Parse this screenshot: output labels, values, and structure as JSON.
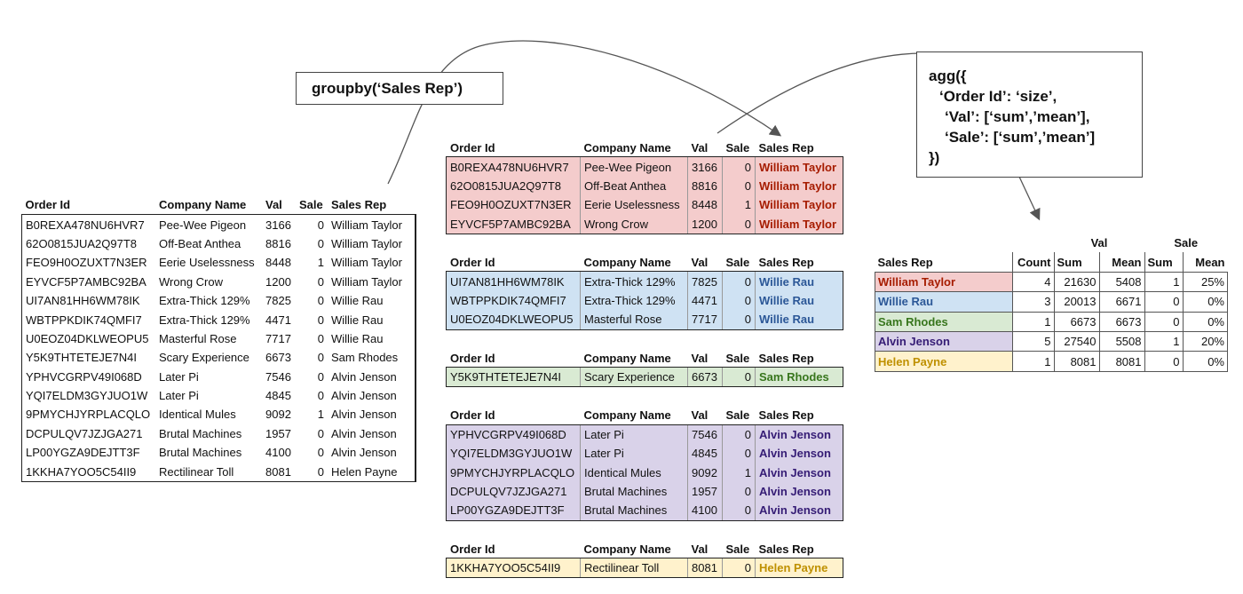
{
  "columns": [
    "Order Id",
    "Company Name",
    "Val",
    "Sale",
    "Sales Rep"
  ],
  "original_rows": [
    [
      "B0REXA478NU6HVR7",
      "Pee-Wee Pigeon",
      "3166",
      "0",
      "William Taylor"
    ],
    [
      "62O0815JUA2Q97T8",
      "Off-Beat Anthea",
      "8816",
      "0",
      "William Taylor"
    ],
    [
      "FEO9H0OZUXT7N3ER",
      "Eerie Uselessness",
      "8448",
      "1",
      "William Taylor"
    ],
    [
      "EYVCF5P7AMBC92BA",
      "Wrong Crow",
      "1200",
      "0",
      "William Taylor"
    ],
    [
      "UI7AN81HH6WM78IK",
      "Extra-Thick 129%",
      "7825",
      "0",
      "Willie Rau"
    ],
    [
      "WBTPPKDIK74QMFI7",
      "Extra-Thick 129%",
      "4471",
      "0",
      "Willie Rau"
    ],
    [
      "U0EOZ04DKLWEOPU5",
      "Masterful Rose",
      "7717",
      "0",
      "Willie Rau"
    ],
    [
      "Y5K9THTETEJE7N4I",
      "Scary Experience",
      "6673",
      "0",
      "Sam Rhodes"
    ],
    [
      "YPHVCGRPV49I068D",
      "Later Pi",
      "7546",
      "0",
      "Alvin Jenson"
    ],
    [
      "YQI7ELDM3GYJUO1W",
      "Later Pi",
      "4845",
      "0",
      "Alvin Jenson"
    ],
    [
      "9PMYCHJYRPLACQLO",
      "Identical Mules",
      "9092",
      "1",
      "Alvin Jenson"
    ],
    [
      "DCPULQV7JZJGA271",
      "Brutal Machines",
      "1957",
      "0",
      "Alvin Jenson"
    ],
    [
      "LP00YGZA9DEJTT3F",
      "Brutal Machines",
      "4100",
      "0",
      "Alvin Jenson"
    ],
    [
      "1KKHA7YOO5C54II9",
      "Rectilinear Toll",
      "8081",
      "0",
      "Helen Payne"
    ]
  ],
  "groupby_label": "groupby(‘Sales Rep’)",
  "agg_label": [
    "agg({",
    "‘Order Id’: ‘size’,",
    "‘Val’: [‘sum’,’mean’],",
    "‘Sale’: [‘sum’,’mean’]",
    "})"
  ],
  "groups": [
    {
      "bg": "#f4cccc",
      "color": "#a61c00",
      "rows": [
        [
          "B0REXA478NU6HVR7",
          "Pee-Wee Pigeon",
          "3166",
          "0",
          "William Taylor"
        ],
        [
          "62O0815JUA2Q97T8",
          "Off-Beat Anthea",
          "8816",
          "0",
          "William Taylor"
        ],
        [
          "FEO9H0OZUXT7N3ER",
          "Eerie Uselessness",
          "8448",
          "1",
          "William Taylor"
        ],
        [
          "EYVCF5P7AMBC92BA",
          "Wrong Crow",
          "1200",
          "0",
          "William Taylor"
        ]
      ]
    },
    {
      "bg": "#cfe2f3",
      "color": "#2b5797",
      "rows": [
        [
          "UI7AN81HH6WM78IK",
          "Extra-Thick 129%",
          "7825",
          "0",
          "Willie Rau"
        ],
        [
          "WBTPPKDIK74QMFI7",
          "Extra-Thick 129%",
          "4471",
          "0",
          "Willie Rau"
        ],
        [
          "U0EOZ04DKLWEOPU5",
          "Masterful Rose",
          "7717",
          "0",
          "Willie Rau"
        ]
      ]
    },
    {
      "bg": "#d9ead3",
      "color": "#38761d",
      "rows": [
        [
          "Y5K9THTETEJE7N4I",
          "Scary Experience",
          "6673",
          "0",
          "Sam Rhodes"
        ]
      ]
    },
    {
      "bg": "#d9d2e9",
      "color": "#351c75",
      "rows": [
        [
          "YPHVCGRPV49I068D",
          "Later Pi",
          "7546",
          "0",
          "Alvin Jenson"
        ],
        [
          "YQI7ELDM3GYJUO1W",
          "Later Pi",
          "4845",
          "0",
          "Alvin Jenson"
        ],
        [
          "9PMYCHJYRPLACQLO",
          "Identical Mules",
          "9092",
          "1",
          "Alvin Jenson"
        ],
        [
          "DCPULQV7JZJGA271",
          "Brutal Machines",
          "1957",
          "0",
          "Alvin Jenson"
        ],
        [
          "LP00YGZA9DEJTT3F",
          "Brutal Machines",
          "4100",
          "0",
          "Alvin Jenson"
        ]
      ]
    },
    {
      "bg": "#fff2cc",
      "color": "#bf9000",
      "rows": [
        [
          "1KKHA7YOO5C54II9",
          "Rectilinear Toll",
          "8081",
          "0",
          "Helen Payne"
        ]
      ]
    }
  ],
  "result": {
    "group_headers": [
      "Val",
      "Sale"
    ],
    "headers": [
      "Sales Rep",
      "Count",
      "Sum",
      "Mean",
      "Sum",
      "Mean"
    ],
    "rows": [
      {
        "rep": "William Taylor",
        "bg": "#f4cccc",
        "color": "#a61c00",
        "values": [
          "4",
          "21630",
          "5408",
          "1",
          "25%"
        ]
      },
      {
        "rep": "Willie Rau",
        "bg": "#cfe2f3",
        "color": "#2b5797",
        "values": [
          "3",
          "20013",
          "6671",
          "0",
          "0%"
        ]
      },
      {
        "rep": "Sam Rhodes",
        "bg": "#d9ead3",
        "color": "#38761d",
        "values": [
          "1",
          "6673",
          "6673",
          "0",
          "0%"
        ]
      },
      {
        "rep": "Alvin Jenson",
        "bg": "#d9d2e9",
        "color": "#351c75",
        "values": [
          "5",
          "27540",
          "5508",
          "1",
          "20%"
        ]
      },
      {
        "rep": "Helen Payne",
        "bg": "#fff2cc",
        "color": "#bf9000",
        "values": [
          "1",
          "8081",
          "8081",
          "0",
          "0%"
        ]
      }
    ]
  }
}
